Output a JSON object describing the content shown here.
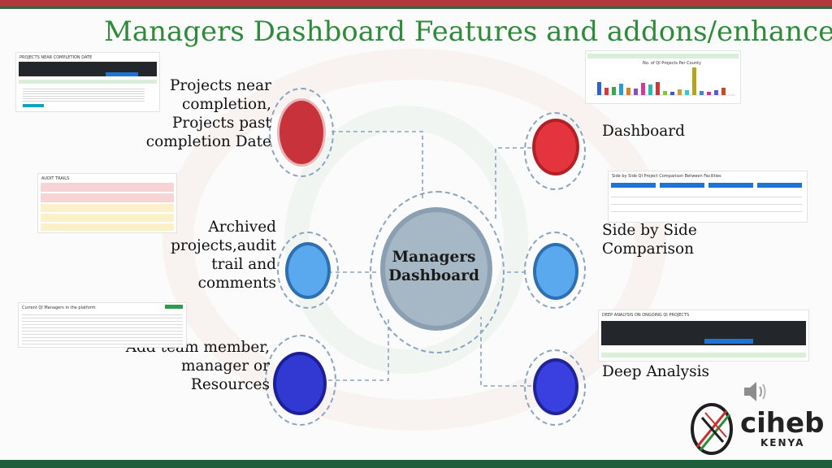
{
  "title": "Managers Dashboard Features and addons/enhancemen",
  "center": {
    "line1": "Managers",
    "line2": "Dashboard"
  },
  "features": {
    "near_completion": [
      "Projects near",
      "completion,",
      "Projects past",
      "completion Date"
    ],
    "archived": [
      "Archived",
      "projects,audit",
      "trail and",
      "comments"
    ],
    "add_team": [
      "Add team member,",
      "manager or",
      "Resources"
    ],
    "dashboard": [
      "Dashboard"
    ],
    "side_by_side": [
      "Side by Side",
      "Comparison"
    ],
    "deep_analysis": [
      "Deep Analysis"
    ]
  },
  "thumbnails": {
    "completion": "PROJECTS NEAR COMPLETION DATE",
    "audit": "AUDIT TRAILS",
    "managers": "Current QI Managers in the platform",
    "dashboard": "No. of QI Projects Per County",
    "comparison": "Side by Side QI Project Comparison Between Facilities",
    "deep": "DEEP ANALYSIS ON ONGOING QI PROJECTS"
  },
  "logo": {
    "name": "ciheb",
    "country": "KENYA"
  },
  "colors": {
    "title": "#2e8b3a",
    "red": "#c8323a",
    "light_blue": "#5aa8ee",
    "dark_blue": "#2f38cf",
    "center": "#9fb4c6"
  },
  "icons": [
    "speaker-icon",
    "ciheb-logo-icon"
  ]
}
